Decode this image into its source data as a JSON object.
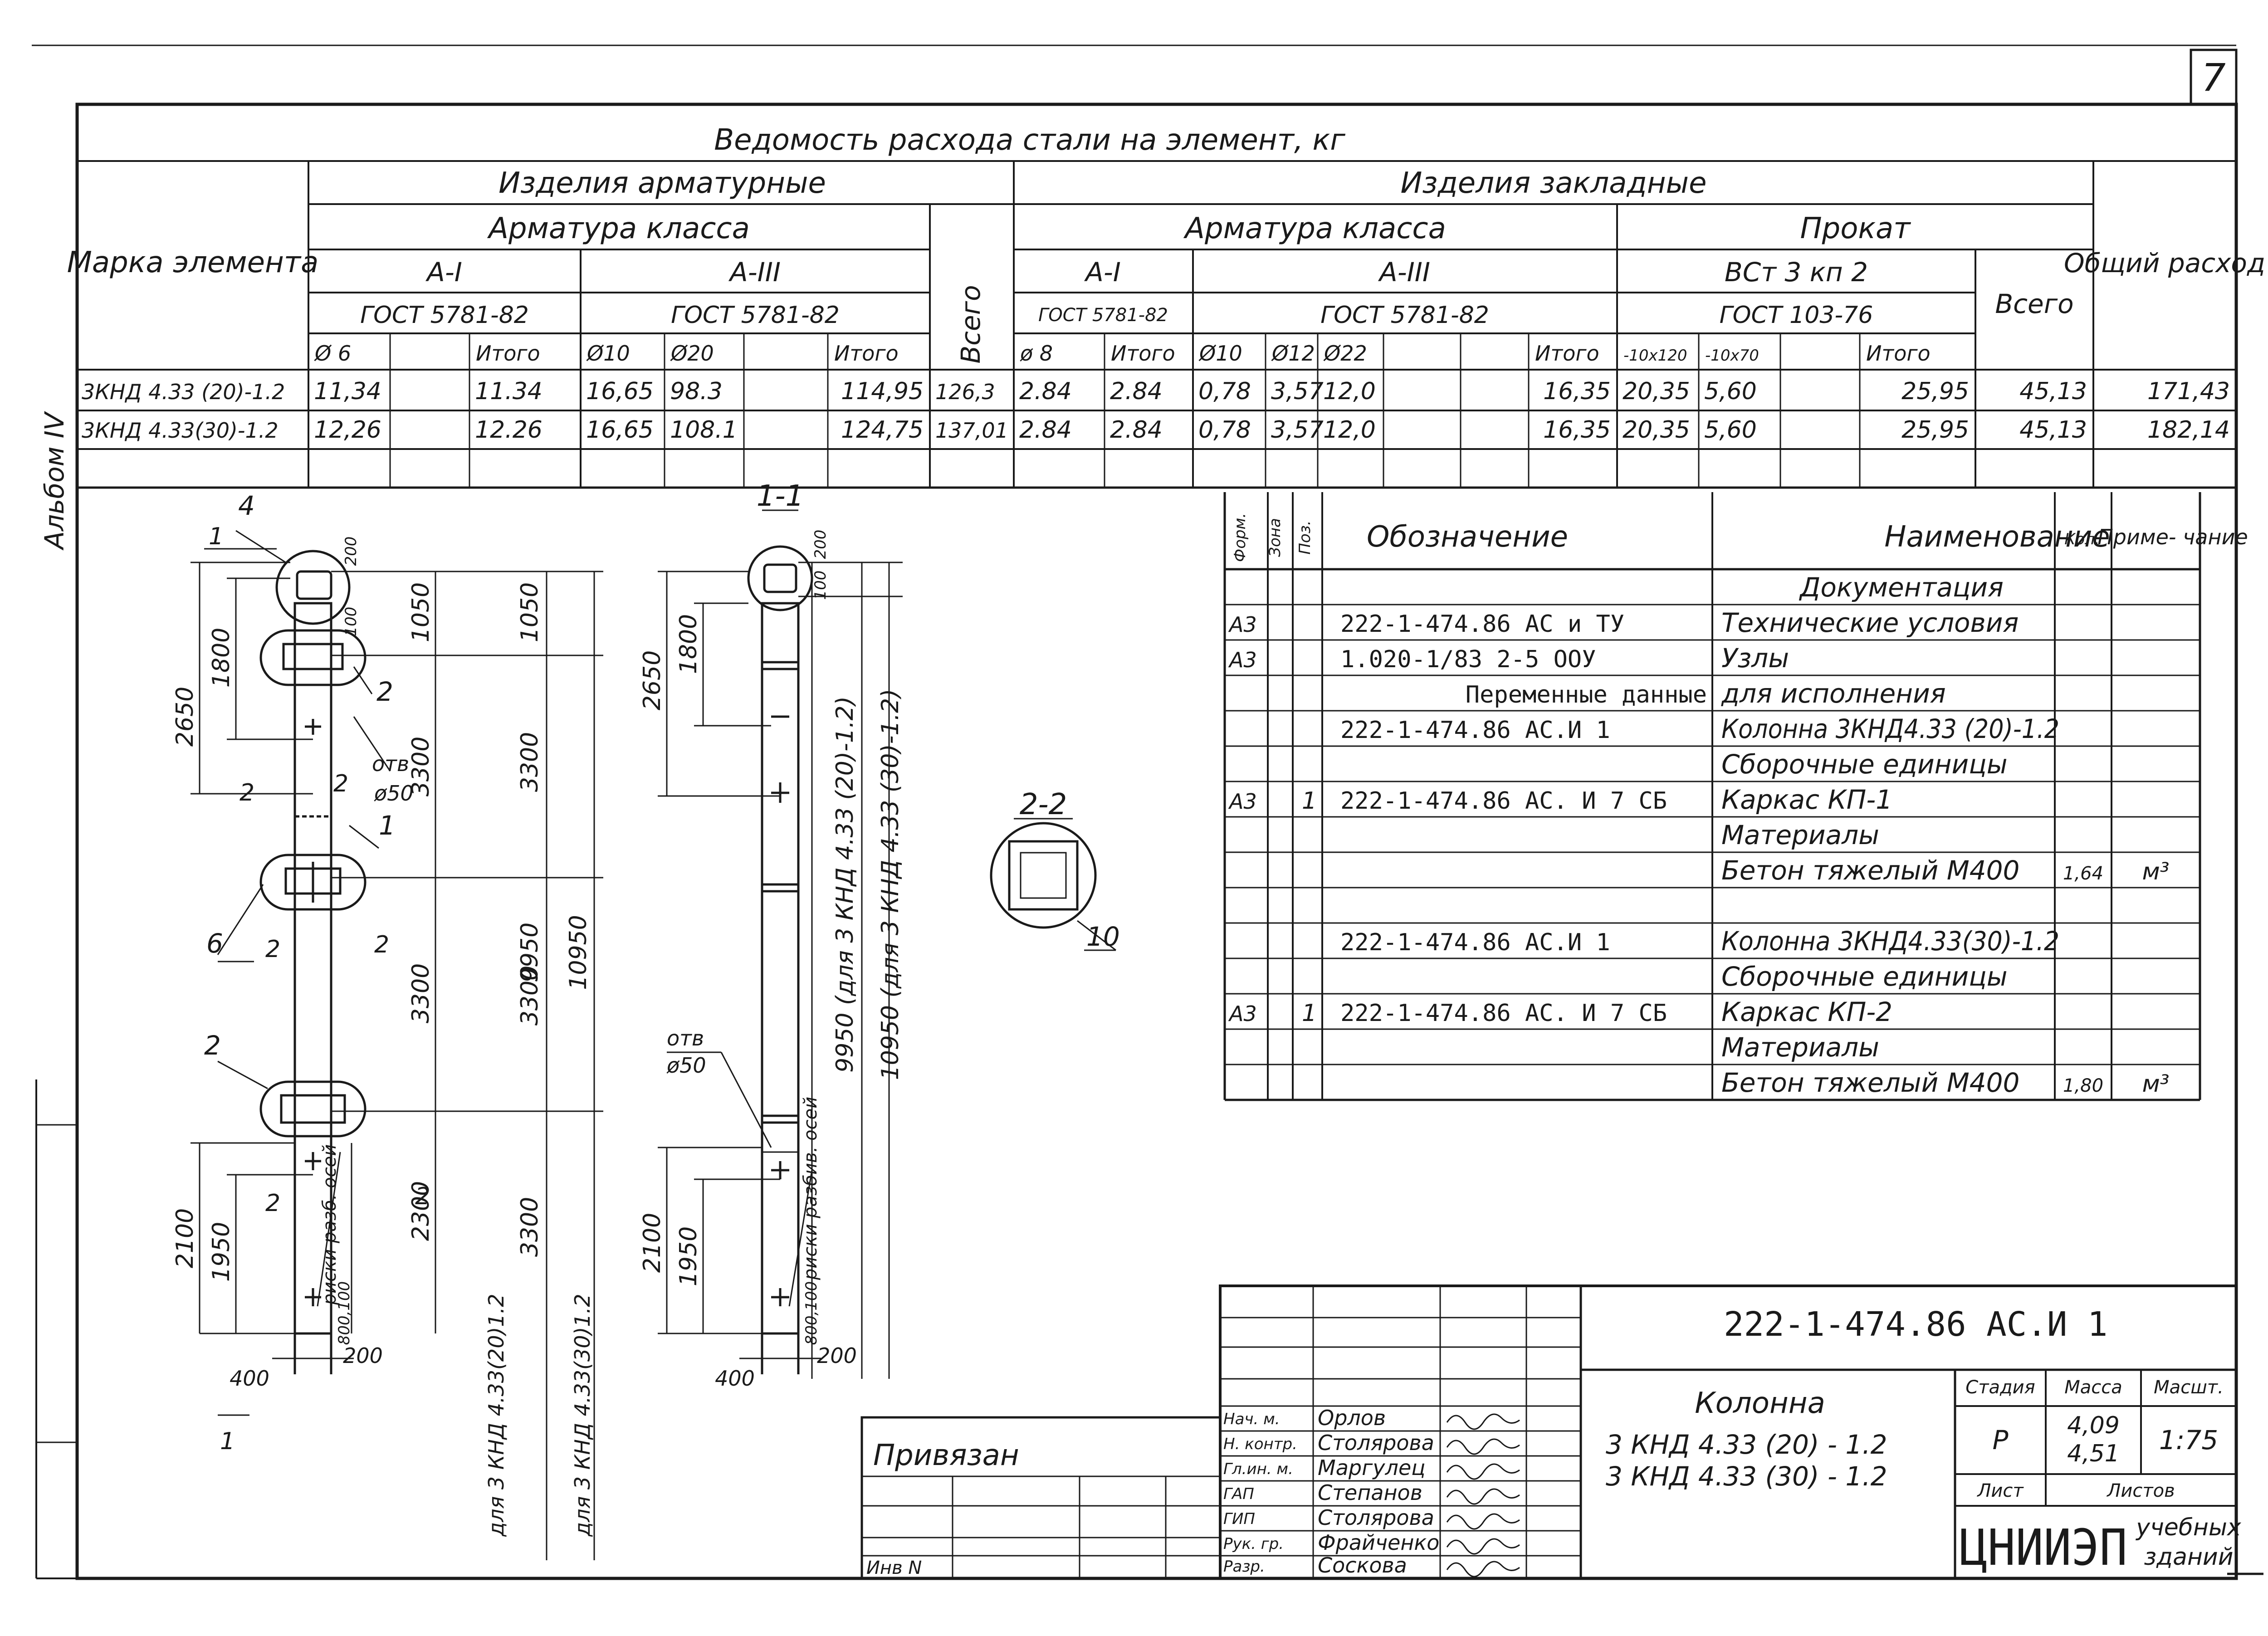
{
  "page_number": "7",
  "album_label": "Альбом IV",
  "steel_table": {
    "title": "Ведомость расхода стали на элемент, кг",
    "col_mark": "Марка элемента",
    "group_reinf": "Изделия арматурные",
    "group_embed": "Изделия закладные",
    "rebar_class": "Арматура класса",
    "rebar_class2": "Арматура класса",
    "rolled": "Прокат",
    "total_reinf": "Всего",
    "total_embed": "Всего",
    "total_overall": "Общий расход",
    "cls_a1": "А-I",
    "cls_a3": "А-III",
    "cls_a1b": "А-I",
    "cls_a3b": "А-III",
    "cls_vst": "ВСт 3 кп 2",
    "std_1": "ГОСТ 5781-82",
    "std_2": "ГОСТ 5781-82",
    "std_3": "ГОСТ 5781-82",
    "std_4": "ГОСТ 5781-82",
    "std_5": "ГОСТ 103-76",
    "sub_headers": [
      "Ø 6",
      "",
      "Итого",
      "Ø10",
      "Ø20",
      "",
      "Итого",
      "",
      "ø 8",
      "Итого",
      "Ø10",
      "Ø12",
      "Ø22",
      "",
      "",
      "Итого",
      "-10х120",
      "-10х70",
      "",
      "Итого",
      "",
      ""
    ],
    "rows": [
      {
        "mark": "3КНД 4.33 (20)-1.2",
        "cells": [
          "11,34",
          "",
          "11.34",
          "16,65",
          "98.3",
          "",
          "114,95",
          "126,3",
          "2.84",
          "2.84",
          "0,78",
          "3,57",
          "12,0",
          "",
          "",
          "16,35",
          "20,35",
          "5,60",
          "",
          "25,95",
          "45,13",
          "171,43"
        ]
      },
      {
        "mark": "3КНД 4.33(30)-1.2",
        "cells": [
          "12,26",
          "",
          "12.26",
          "16,65",
          "108.1",
          "",
          "124,75",
          "137,01",
          "2.84",
          "2.84",
          "0,78",
          "3,57",
          "12,0",
          "",
          "",
          "16,35",
          "20,35",
          "5,60",
          "",
          "25,95",
          "45,13",
          "182,14"
        ]
      }
    ]
  },
  "spec_table": {
    "headers": {
      "format": "Форм.",
      "zone": "Зона",
      "pos": "Поз.",
      "designation": "Обозначение",
      "name": "Наименование",
      "qty": "Кол.",
      "note": "Приме- чание"
    },
    "rows": [
      {
        "f": "",
        "z": "",
        "p": "",
        "des": "",
        "name": "Документация",
        "qty": "",
        "note": "",
        "center": true
      },
      {
        "f": "А3",
        "z": "",
        "p": "",
        "des": "222-1-474.86   АС и  ТУ",
        "name": "Технические условия",
        "qty": "",
        "note": ""
      },
      {
        "f": "А3",
        "z": "",
        "p": "",
        "des": "1.020-1/83  2-5   ООУ",
        "name": "Узлы",
        "qty": "",
        "note": ""
      },
      {
        "f": "",
        "z": "",
        "p": "",
        "des": "Переменные данные",
        "name": "для  исполнения",
        "qty": "",
        "note": "",
        "desRight": true
      },
      {
        "f": "",
        "z": "",
        "p": "",
        "des": "222-1-474.86   АС.И 1",
        "name": "Колонна 3КНД4.33 (20)-1.2",
        "qty": "",
        "note": ""
      },
      {
        "f": "",
        "z": "",
        "p": "",
        "des": "",
        "name": "Сборочные единицы",
        "qty": "",
        "note": ""
      },
      {
        "f": "А3",
        "z": "",
        "p": "1",
        "des": "222-1-474.86 АС. И 7 СБ",
        "name": "Каркас   КП-1",
        "qty": "",
        "note": ""
      },
      {
        "f": "",
        "z": "",
        "p": "",
        "des": "",
        "name": "Материалы",
        "qty": "",
        "note": ""
      },
      {
        "f": "",
        "z": "",
        "p": "",
        "des": "",
        "name": "Бетон тяжелый М400",
        "qty": "1,64",
        "note": "м³"
      },
      {
        "f": "",
        "z": "",
        "p": "",
        "des": "",
        "name": "",
        "qty": "",
        "note": ""
      },
      {
        "f": "",
        "z": "",
        "p": "",
        "des": "222-1-474.86    АС.И 1",
        "name": "Колонна 3КНД4.33(30)-1.2",
        "qty": "",
        "note": ""
      },
      {
        "f": "",
        "z": "",
        "p": "",
        "des": "",
        "name": "Сборочные единицы",
        "qty": "",
        "note": ""
      },
      {
        "f": "А3",
        "z": "",
        "p": "1",
        "des": "222-1-474.86 АС. И 7 СБ",
        "name": "Каркас  КП-2",
        "qty": "",
        "note": ""
      },
      {
        "f": "",
        "z": "",
        "p": "",
        "des": "",
        "name": "Материалы",
        "qty": "",
        "note": ""
      },
      {
        "f": "",
        "z": "",
        "p": "",
        "des": "",
        "name": "Бетон тяжелый М400",
        "qty": "1,80",
        "note": "м³"
      }
    ]
  },
  "title_block": {
    "code": "222-1-474.86   АС.И 1",
    "product_title": "Колонна",
    "product_line1": "3 КНД 4.33 (20) - 1.2",
    "product_line2": "3 КНД 4.33 (30) - 1.2",
    "stage_h": "Стадия",
    "mass_h": "Масса",
    "scale_h": "Масшт.",
    "stage": "Р",
    "mass1": "4,09",
    "mass2": "4,51",
    "scale": "1:75",
    "sheet_h": "Лист",
    "sheets_h": "Листов",
    "org": "ЦНИИЭП",
    "org_sub1": "учебных",
    "org_sub2": "зданий",
    "roles": [
      "Нач. м.",
      "Н. контр.",
      "Гл.ин. м.",
      "ГАП",
      "ГИП",
      "Рук. гр.",
      "Разр."
    ],
    "names": [
      "Орлов",
      "Столярова",
      "Маргулец",
      "Степанов",
      "Столярова",
      "Фрайченко",
      "Соскова"
    ],
    "bind_label": "Привязан",
    "inv_label": "Инв N"
  },
  "drawing": {
    "section_11": "1-1",
    "section_22": "2-2",
    "leaders": {
      "n4": "4",
      "n2a": "2",
      "n1": "1",
      "n6": "6",
      "n2b": "2",
      "n10": "10"
    },
    "hole1": "отв",
    "hole1d": "ø50",
    "hole2": "отв",
    "hole2d": "ø50",
    "marks1": "риски разб. осей",
    "marks2": "риски разбив. осей",
    "sec_mark1": "1",
    "sec_mark2": "1",
    "sec2_a": "2",
    "sec2_b": "2",
    "sec2_c": "2",
    "sec2_d": "2",
    "sec2_e": "2",
    "sec2_f": "2",
    "d_2650a": "2650",
    "d_1800a": "1800",
    "d_1050a": "1050",
    "d_3300a": "3300",
    "d_3300b": "3300",
    "d_3300c": "3300",
    "d_2300": "2300",
    "d_9950": "9950",
    "d_1050b": "1050",
    "d_3300d": "3300",
    "d_3300e": "3300",
    "d_10950": "10950",
    "d_2100a": "2100",
    "d_1950a": "1950",
    "d_800a": "800,100",
    "d_400a": "400",
    "d_200a": "200",
    "d_200top": "200",
    "d_100top": "100",
    "d_2650b": "2650",
    "d_1800b": "1800",
    "d_200t2": "200",
    "d_100t2": "100",
    "d_2100b": "2100",
    "d_1950b": "1950",
    "d_800b": "800,100",
    "d_400b": "400",
    "d_200b": "200",
    "var1": "9950 (для 3 КНД 4.33 (20)-1.2)",
    "var2": "10950 (для 3 КНД 4.33 (30)-1.2)",
    "for1": "для 3 КНД 4.33(20)1.2",
    "for2": "для 3 КНД 4.33(30)1.2"
  }
}
